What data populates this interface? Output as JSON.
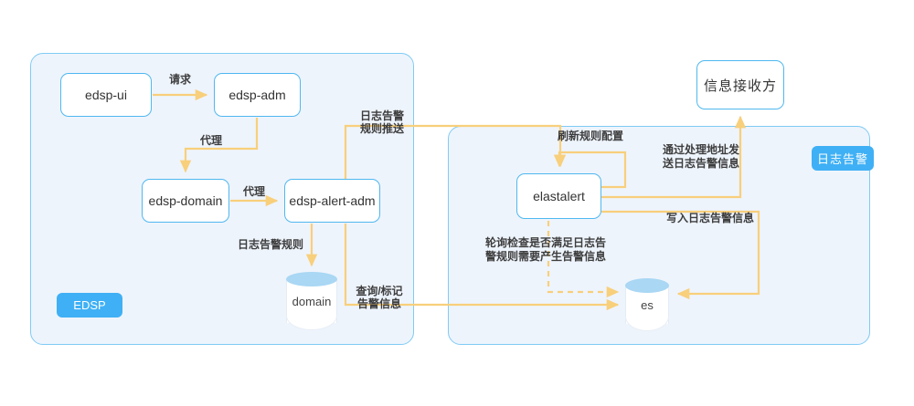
{
  "diagram": {
    "title_hidden": "",
    "colors": {
      "panel_bg": "#eef4fc",
      "panel_border": "#7fcbf5",
      "node_border": "#4fb8f0",
      "arrow": "#f8cf7b",
      "badge": "#3fb0f5",
      "cylinder_top": "#a9d7f4"
    }
  },
  "panels": [
    {
      "name": "edsp",
      "badge": "EDSP"
    },
    {
      "name": "log-alert",
      "badge": "日志告警"
    }
  ],
  "nodes": [
    {
      "id": "edsp-ui",
      "label": "edsp-ui"
    },
    {
      "id": "edsp-adm",
      "label": "edsp-adm"
    },
    {
      "id": "edsp-domain",
      "label": "edsp-domain"
    },
    {
      "id": "edsp-alert-adm",
      "label": "edsp-alert-adm"
    },
    {
      "id": "elastalert",
      "label": "elastalert"
    },
    {
      "id": "receiver",
      "label": "信息接收方"
    }
  ],
  "datastores": [
    {
      "id": "domain",
      "label": "domain"
    },
    {
      "id": "es",
      "label": "es"
    }
  ],
  "edges": [
    {
      "id": "e1",
      "from": "edsp-ui",
      "to": "edsp-adm",
      "label": "请求",
      "style": "solid"
    },
    {
      "id": "e2",
      "from": "edsp-adm",
      "to": "edsp-domain",
      "label": "代理",
      "style": "solid"
    },
    {
      "id": "e3",
      "from": "edsp-domain",
      "to": "edsp-alert-adm",
      "label": "代理",
      "style": "solid"
    },
    {
      "id": "e4",
      "from": "edsp-alert-adm",
      "to": "domain",
      "label": "日志告警规则",
      "style": "solid"
    },
    {
      "id": "e5",
      "from": "edsp-alert-adm",
      "to": "elastalert",
      "label_line1": "日志告警",
      "label_line2": "规则推送",
      "style": "solid"
    },
    {
      "id": "e6",
      "from": "edsp-alert-adm",
      "to": "es",
      "label_line1": "查询/标记",
      "label_line2": "告警信息",
      "style": "solid"
    },
    {
      "id": "e7",
      "from": "elastalert",
      "to": "elastalert",
      "label": "刷新规则配置",
      "style": "solid"
    },
    {
      "id": "e8",
      "from": "elastalert",
      "to": "receiver",
      "label_line1": "通过处理地址发",
      "label_line2": "送日志告警信息",
      "style": "solid"
    },
    {
      "id": "e9",
      "from": "elastalert",
      "to": "es",
      "label": "写入日志告警信息",
      "style": "solid"
    },
    {
      "id": "e10",
      "from": "elastalert",
      "to": "es",
      "label_line1": "轮询检查是否满足日志告",
      "label_line2": "警规则需要产生告警信息",
      "style": "dashed"
    }
  ],
  "labels": {
    "req": "请求",
    "proxy1": "代理",
    "proxy2": "代理",
    "log_alert_rule": "日志告警规则",
    "push_l1": "日志告警",
    "push_l2": "规则推送",
    "query_l1": "查询/标记",
    "query_l2": "告警信息",
    "refresh": "刷新规则配置",
    "send_l1": "通过处理地址发",
    "send_l2": "送日志告警信息",
    "write": "写入日志告警信息",
    "poll_l1": "轮询检查是否满足日志告",
    "poll_l2": "警规则需要产生告警信息",
    "badge_edsp": "EDSP",
    "badge_alert": "日志告警"
  }
}
